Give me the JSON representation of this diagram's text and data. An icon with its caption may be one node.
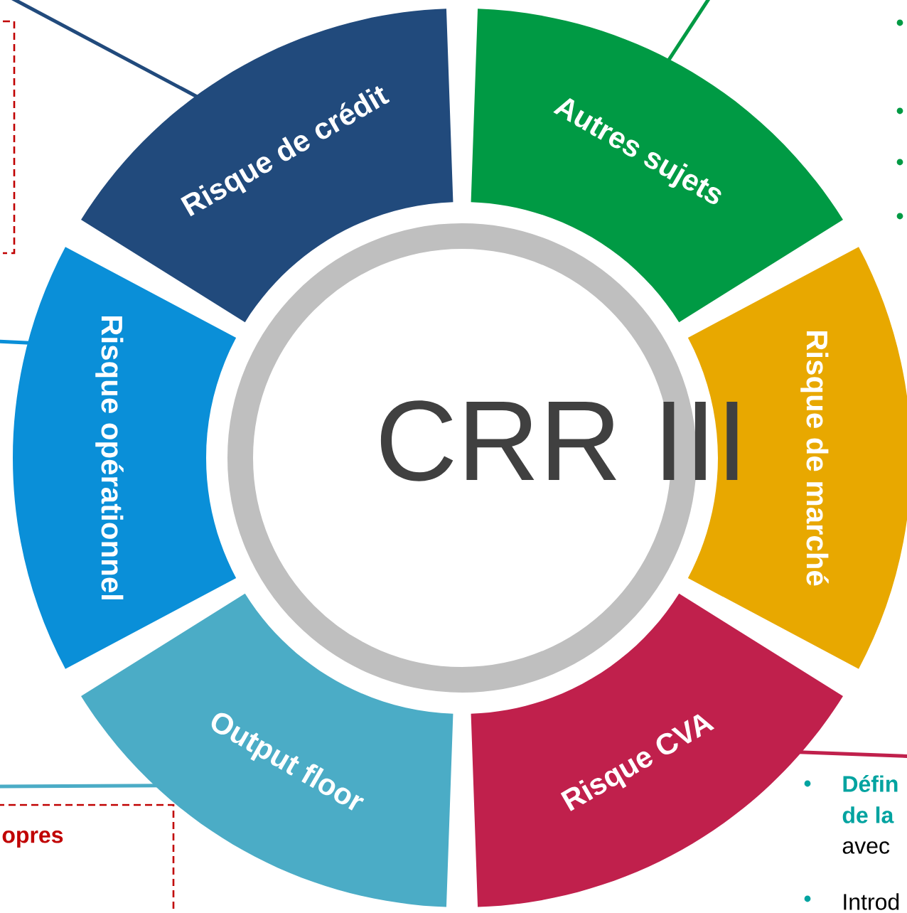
{
  "diagram": {
    "nodes": [
      {
        "text": [
          "Risque de crédit"
        ]
      },
      {
        "text": [
          "Autres sujets"
        ]
      },
      {
        "text": [
          "Risque opérationnel"
        ]
      },
      {
        "text": [
          "CRR III"
        ]
      },
      {
        "text": [
          "Risque de marché"
        ]
      },
      {
        "text": [
          "Output floor"
        ]
      },
      {
        "text": [
          "Risque CVA"
        ]
      }
    ],
    "edges": [
      {
        "from": 0,
        "to": null,
        "arrow": "none",
        "color": "#214a7c"
      },
      {
        "from": 1,
        "to": null,
        "arrow": "none",
        "color": "#009a44"
      },
      {
        "from": 2,
        "to": null,
        "arrow": "none",
        "color": "#0a8fd8"
      },
      {
        "from": 5,
        "to": null,
        "arrow": "none",
        "color": "#4bacc6"
      },
      {
        "from": 6,
        "to": null,
        "arrow": "none",
        "color": "#c0204c"
      }
    ],
    "labels": [
      "Défin",
      "de la",
      "avec",
      "Introd",
      "opres"
    ]
  }
}
